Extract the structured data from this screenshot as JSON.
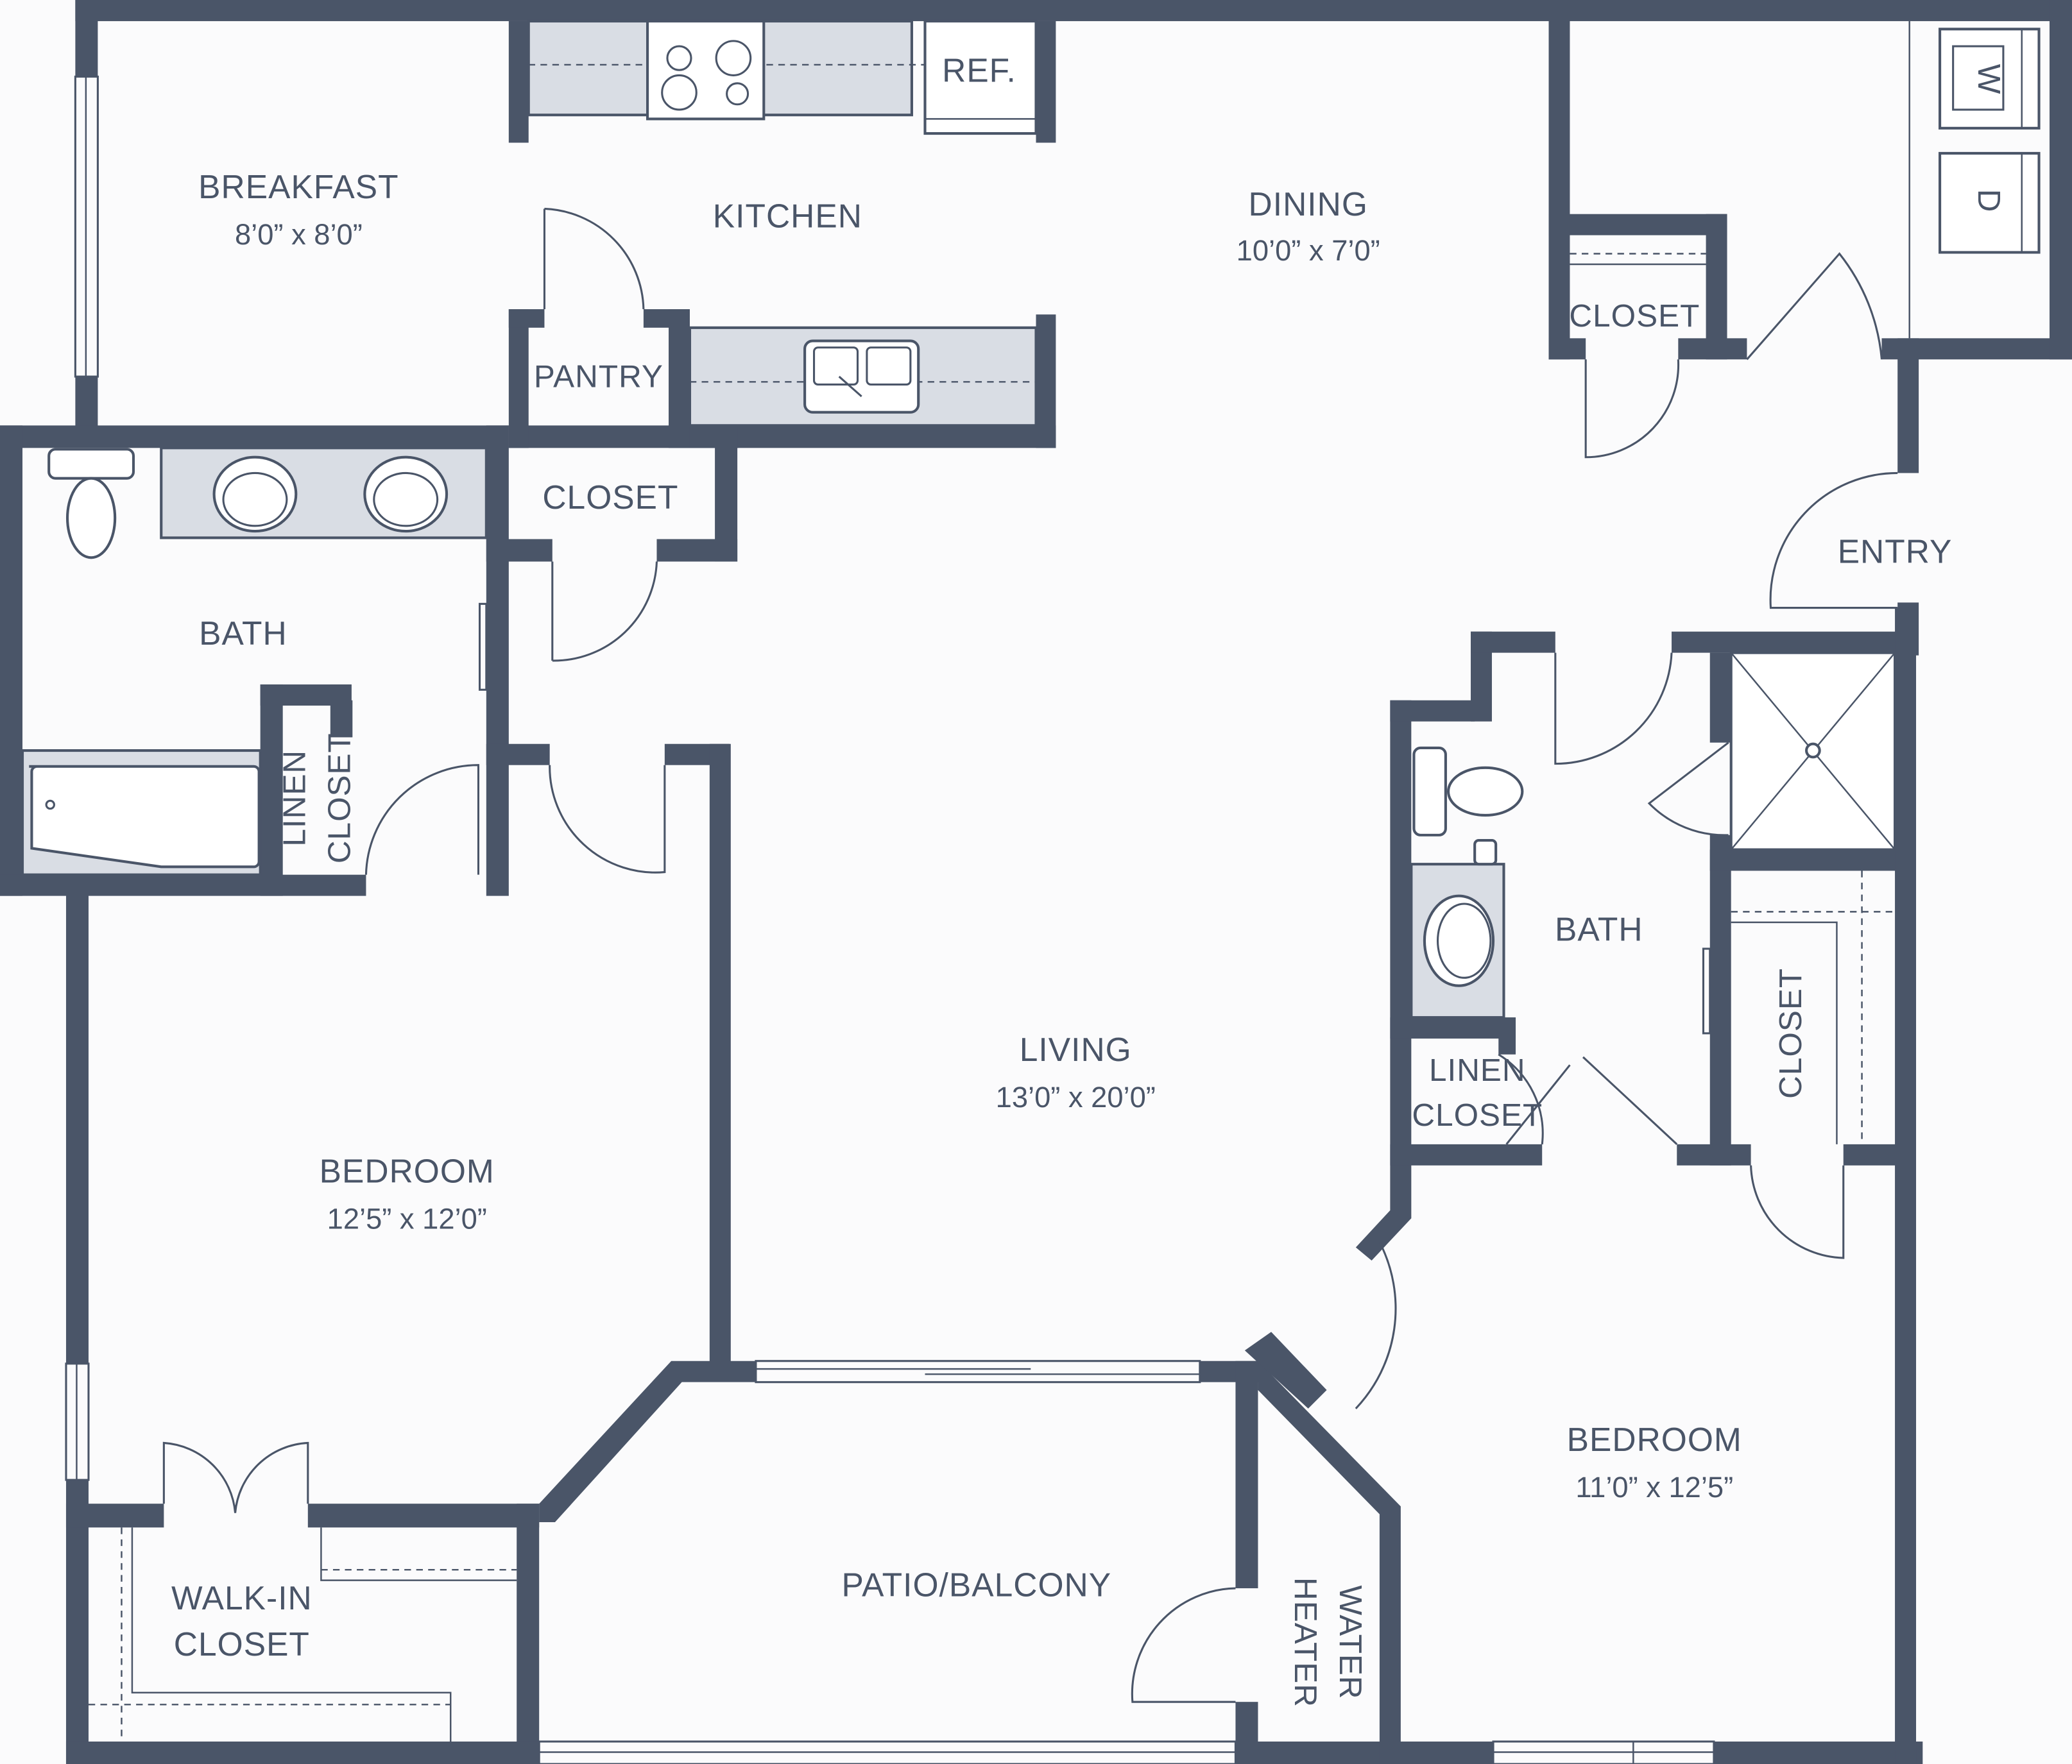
{
  "plan": {
    "wall_color": "#4a5568",
    "counter_color": "#d9dde4",
    "background": "#fbfbfc",
    "rooms": {
      "breakfast": {
        "name": "BREAKFAST",
        "size": "8’0” x 8’0”"
      },
      "kitchen": {
        "name": "KITCHEN"
      },
      "ref": {
        "name": "REF."
      },
      "pantry": {
        "name": "PANTRY"
      },
      "dining": {
        "name": "DINING",
        "size": "10’0” x 7’0”"
      },
      "closet_dining": {
        "name": "CLOSET"
      },
      "washer": {
        "name": "W"
      },
      "dryer": {
        "name": "D"
      },
      "entry": {
        "name": "ENTRY"
      },
      "closet_hall": {
        "name": "CLOSET"
      },
      "bath_left": {
        "name": "BATH"
      },
      "linen_left_1": {
        "name": "LINEN"
      },
      "linen_left_2": {
        "name": "CLOSET"
      },
      "living": {
        "name": "LIVING",
        "size": "13’0” x 20’0”"
      },
      "bedroom_left": {
        "name": "BEDROOM",
        "size": "12’5” x 12’0”"
      },
      "walkin_1": {
        "name": "WALK-IN"
      },
      "walkin_2": {
        "name": "CLOSET"
      },
      "patio": {
        "name": "PATIO/BALCONY"
      },
      "water_heater_1": {
        "name": "WATER"
      },
      "water_heater_2": {
        "name": "HEATER"
      },
      "bath_right": {
        "name": "BATH"
      },
      "linen_right_1": {
        "name": "LINEN"
      },
      "linen_right_2": {
        "name": "CLOSET"
      },
      "closet_right": {
        "name": "CLOSET"
      },
      "bedroom_right": {
        "name": "BEDROOM",
        "size": "11’0” x 12’5”"
      }
    }
  }
}
